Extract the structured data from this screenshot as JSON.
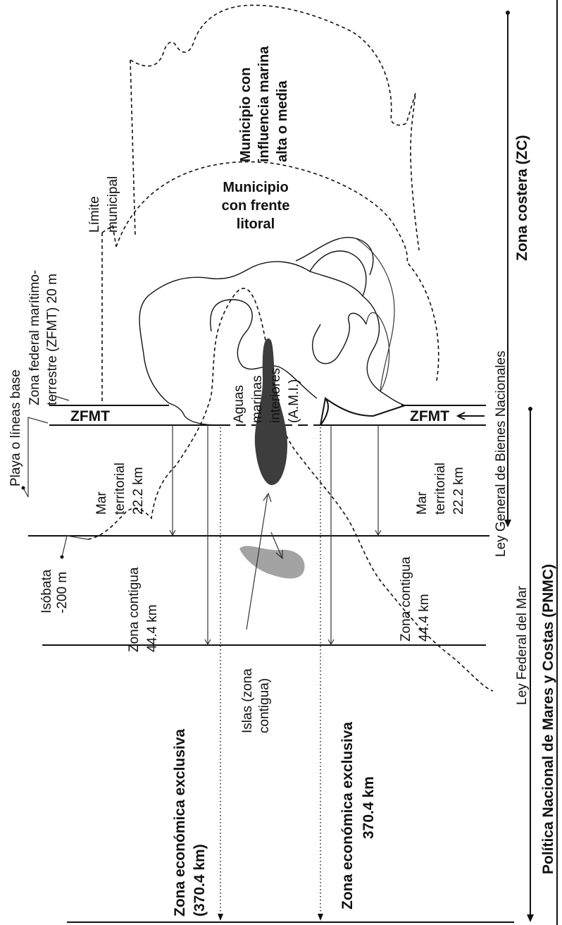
{
  "labels": {
    "municipio_influencia": [
      "Municipio con",
      "influencia marina",
      "alta o media"
    ],
    "zona_costera": "Zona costera (ZC)",
    "limite_municipal": [
      "Límite",
      "municipal"
    ],
    "municipio_frente": [
      "Municipio",
      "con frente",
      "litoral"
    ],
    "zona_federal": [
      "Zona federal marítimo-",
      "terrestre (ZFMT) 20 m"
    ],
    "ley_bienes": "Ley General de Bienes Nacionales",
    "playa": "Playa o líneas base",
    "zfmt_top": "ZFMT",
    "zfmt_bottom": "ZFMT",
    "aguas": [
      "Aguas",
      "marinas",
      "interiores",
      "(A.M.I.)"
    ],
    "mar_top": [
      "Mar",
      "territorial",
      "22.2 km"
    ],
    "mar_bottom": [
      "Mar",
      "territorial",
      "22.2 km"
    ],
    "contigua_top": [
      "Zona contigua",
      "44.4 km"
    ],
    "contigua_bottom": [
      "Zona contigua",
      "44.4 km"
    ],
    "pnmc": "Política Nacional de Mares y Costas (PNMC)",
    "isobata": [
      "Isóbata",
      "-200 m"
    ],
    "islas": [
      "Islas (zona",
      "contigua)"
    ],
    "zee_top": [
      "Zona económica exclusiva",
      "(370.4 km)"
    ],
    "zee_bottom": [
      "Zona económica exclusiva",
      "370.4 km"
    ],
    "ley_mar": "Ley Federal del Mar"
  },
  "colors": {
    "ink": "#111111",
    "island_dark": "#3d3d3d",
    "island_light": "#a3a3a3"
  }
}
